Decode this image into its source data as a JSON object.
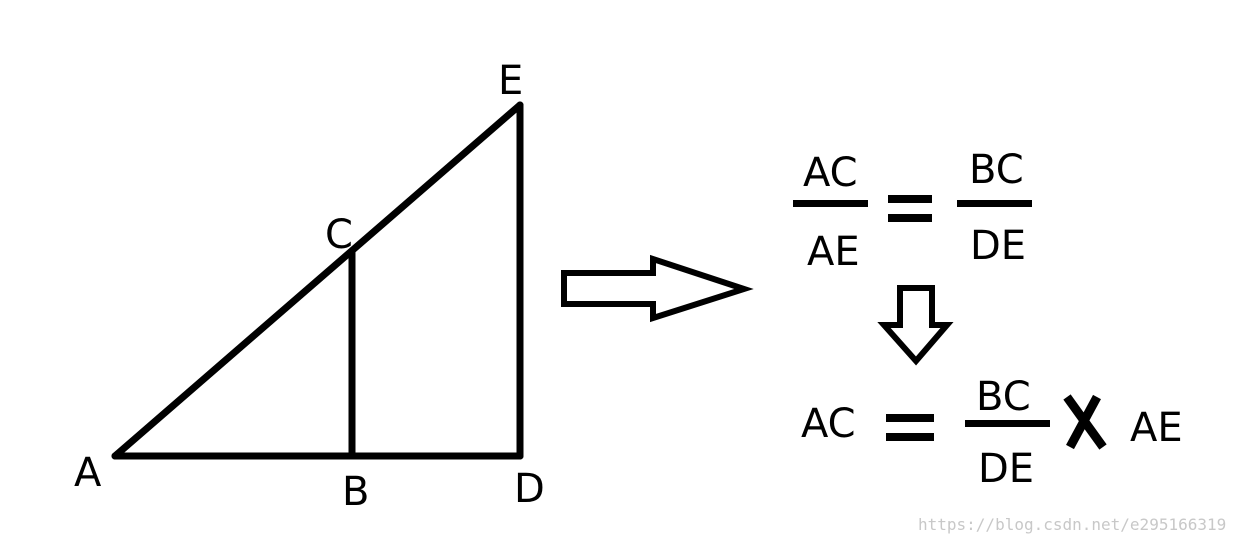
{
  "triangle": {
    "vertex_A": "A",
    "vertex_B": "B",
    "vertex_C": "C",
    "vertex_D": "D",
    "vertex_E": "E"
  },
  "equation1": {
    "left_numerator": "AC",
    "left_denominator": "AE",
    "equals": "=",
    "right_numerator": "BC",
    "right_denominator": "DE"
  },
  "equation2": {
    "lhs": "AC",
    "equals": "=",
    "numerator": "BC",
    "denominator": "DE",
    "times": "X",
    "factor": "AE"
  },
  "watermark": "https://blog.csdn.net/e295166319",
  "colors": {
    "stroke": "#000000",
    "background": "#ffffff",
    "watermark": "#c8c8c8"
  }
}
